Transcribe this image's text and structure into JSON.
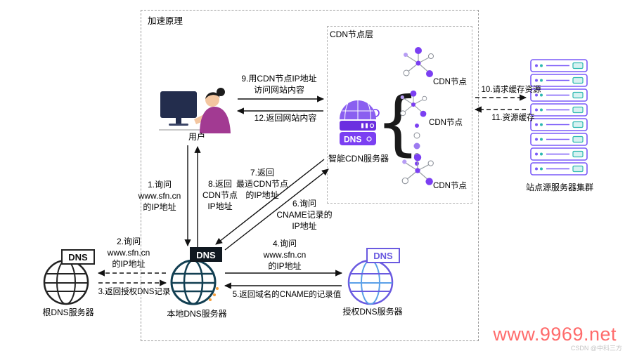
{
  "diagram": {
    "title": "加速原理",
    "cdn_layer_label": "CDN节点层",
    "brace": "{",
    "nodes": {
      "user": {
        "label": "用户"
      },
      "smart_cdn": {
        "label": "智能CDN服务器",
        "badge": "DNS"
      },
      "cdn_node_top": {
        "label": "CDN节点"
      },
      "cdn_node_mid": {
        "label": "CDN节点"
      },
      "cdn_node_bottom": {
        "label": "CDN节点"
      },
      "origin": {
        "label": "站点源服务器集群"
      },
      "root_dns": {
        "label": "根DNS服务器",
        "badge": "DNS"
      },
      "local_dns": {
        "label": "本地DNS服务器",
        "badge": "DNS"
      },
      "auth_dns": {
        "label": "授权DNS服务器",
        "badge": "DNS"
      }
    },
    "steps": {
      "s1": "1.询问\nwww.sfn.cn\n的IP地址",
      "s2": "2.询问\nwww.sfn.cn\n的IP地址",
      "s3": "3.返回授权DNS记录",
      "s4": "4.询问\nwww.sfn.cn\n的IP地址",
      "s5": "5.返回域名的CNAME的记录值",
      "s6": "6.询问\nCNAME记录的\nIP地址",
      "s7": "7.返回\n最适CDN节点\n的IP地址",
      "s8": "8.返回\nCDN节点\nIP地址",
      "s9": "9.用CDN节点IP地址\n访问网站内容",
      "s10": "10.请求缓存资源",
      "s11": "11.资源缓存",
      "s12": "12.返回网站内容"
    }
  },
  "watermark": {
    "site": "www.9969.net",
    "credit": "CSDN @中科三方"
  },
  "colors": {
    "accent_purple": "#7b3ff2",
    "teal": "#2bb8b0",
    "watermark_red": "#ff6b6b"
  }
}
